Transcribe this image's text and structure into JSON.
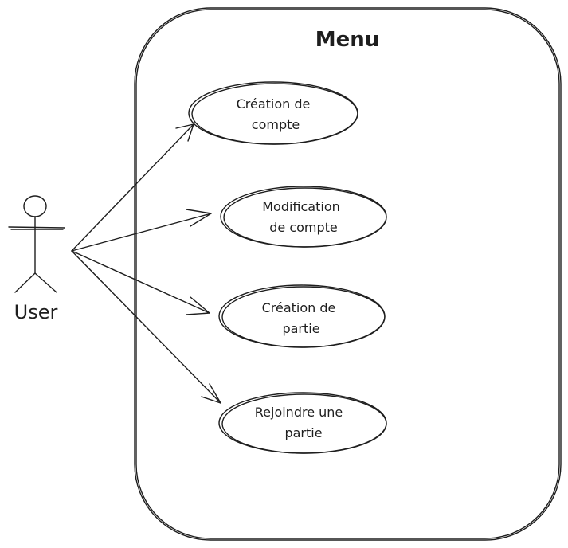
{
  "system": {
    "title": "Menu"
  },
  "actor": {
    "name": "User"
  },
  "use_cases": [
    {
      "line1": "Création de",
      "line2": "compte"
    },
    {
      "line1": "Modification",
      "line2": "de compte"
    },
    {
      "line1": "Création de",
      "line2": "partie"
    },
    {
      "line1": "Rejoindre une",
      "line2": "partie"
    }
  ]
}
